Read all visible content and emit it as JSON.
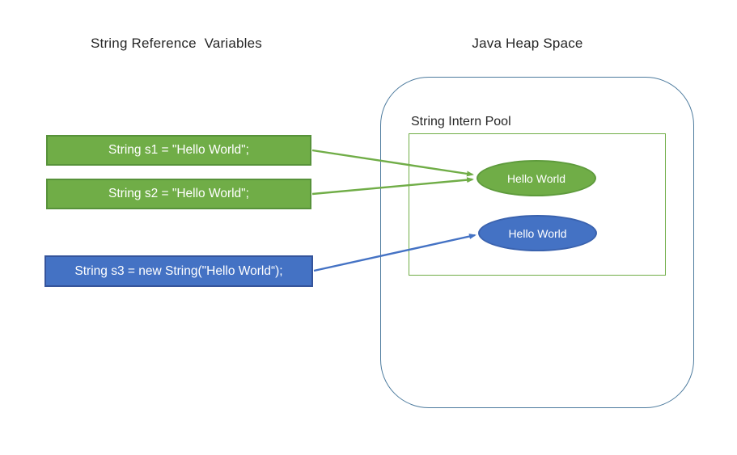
{
  "headers": {
    "left_title": "String Reference  Variables",
    "right_title": "Java Heap Space"
  },
  "colors": {
    "green_fill": "#70AD47",
    "green_border": "#57923A",
    "blue_fill": "#4472C4",
    "blue_border": "#35549B",
    "heap_border": "#4D7B9E",
    "pool_border": "#70AD47",
    "title_text": "#262626",
    "box_text": "#FFFFFF"
  },
  "reference_boxes": [
    {
      "id": "s1",
      "label": "String s1 = \"Hello World\";",
      "color": "green"
    },
    {
      "id": "s2",
      "label": "String s2 = \"Hello World\";",
      "color": "green"
    },
    {
      "id": "s3",
      "label": "String s3 = new String(\"Hello World“);",
      "color": "blue"
    }
  ],
  "heap": {
    "pool_label": "String Intern Pool",
    "objects": [
      {
        "id": "interned-string",
        "label": "Hello World",
        "color": "green"
      },
      {
        "id": "new-string-object",
        "label": "Hello World",
        "color": "blue"
      }
    ]
  },
  "arrows": [
    {
      "id": "s1-to-intern-pool",
      "color": "green"
    },
    {
      "id": "s2-to-intern-pool",
      "color": "green"
    },
    {
      "id": "s3-to-heap-object",
      "color": "blue"
    }
  ]
}
